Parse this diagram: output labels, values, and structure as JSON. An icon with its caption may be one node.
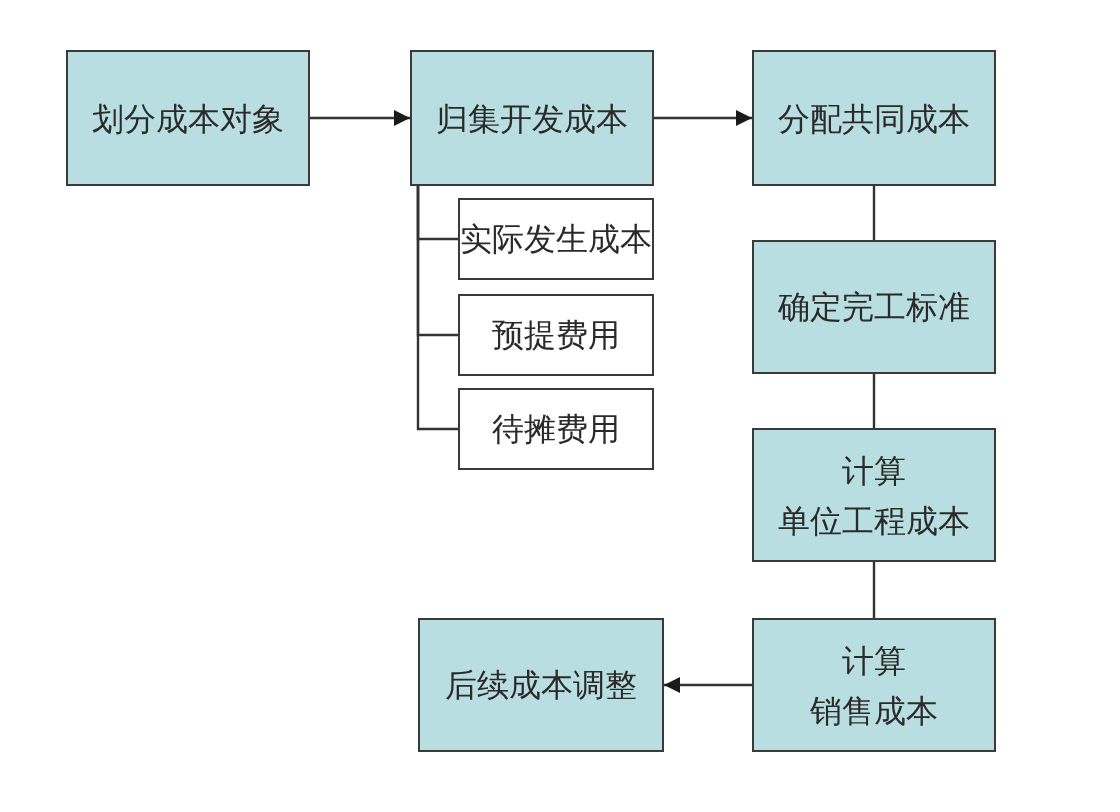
{
  "diagram": {
    "nodes": [
      {
        "text": [
          "划分成本对象"
        ]
      },
      {
        "text": [
          "归集开发成本"
        ]
      },
      {
        "text": [
          "分配共同成本"
        ]
      },
      {
        "text": [
          "实际发生成本"
        ]
      },
      {
        "text": [
          "预提费用"
        ]
      },
      {
        "text": [
          "待摊费用"
        ]
      },
      {
        "text": [
          "确定完工标准"
        ]
      },
      {
        "text": [
          "计算",
          "单位工程成本"
        ]
      },
      {
        "text": [
          "计算",
          "销售成本"
        ]
      },
      {
        "text": [
          "后续成本调整"
        ]
      }
    ],
    "edges": [
      {
        "from": 0,
        "to": 1,
        "arrow": "to"
      },
      {
        "from": 1,
        "to": 2,
        "arrow": "to"
      },
      {
        "from": 1,
        "to": 3,
        "arrow": "none"
      },
      {
        "from": 1,
        "to": 4,
        "arrow": "none"
      },
      {
        "from": 1,
        "to": 5,
        "arrow": "none"
      },
      {
        "from": 2,
        "to": 6,
        "arrow": "none"
      },
      {
        "from": 6,
        "to": 7,
        "arrow": "none"
      },
      {
        "from": 7,
        "to": 8,
        "arrow": "none"
      },
      {
        "from": 8,
        "to": 9,
        "arrow": "to"
      }
    ]
  }
}
